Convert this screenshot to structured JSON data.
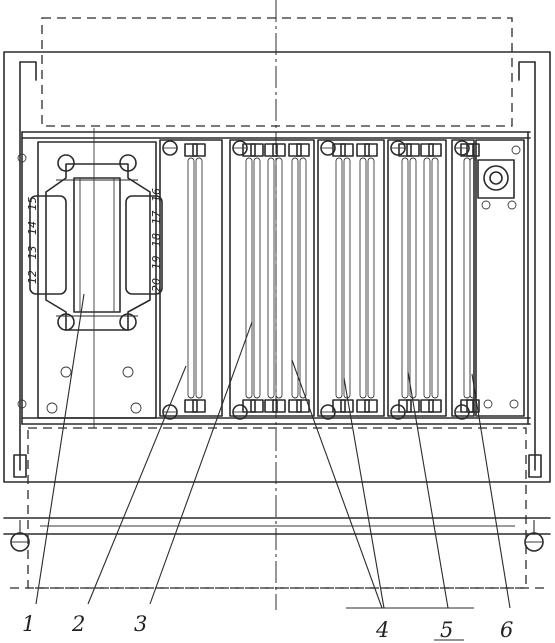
{
  "diagram": {
    "title": "",
    "callouts": [
      {
        "id": "1",
        "label": "1"
      },
      {
        "id": "2",
        "label": "2"
      },
      {
        "id": "3",
        "label": "3"
      },
      {
        "id": "4",
        "label": "4"
      },
      {
        "id": "5",
        "label": "5"
      },
      {
        "id": "6",
        "label": "6"
      }
    ],
    "connector_pins": {
      "left_group": [
        "12",
        "13",
        "14",
        "15"
      ],
      "right_group": [
        "20",
        "19",
        "18",
        "17",
        "16"
      ]
    },
    "colors": {
      "ink": "#2b2b2b",
      "paper": "#ffffff"
    }
  }
}
